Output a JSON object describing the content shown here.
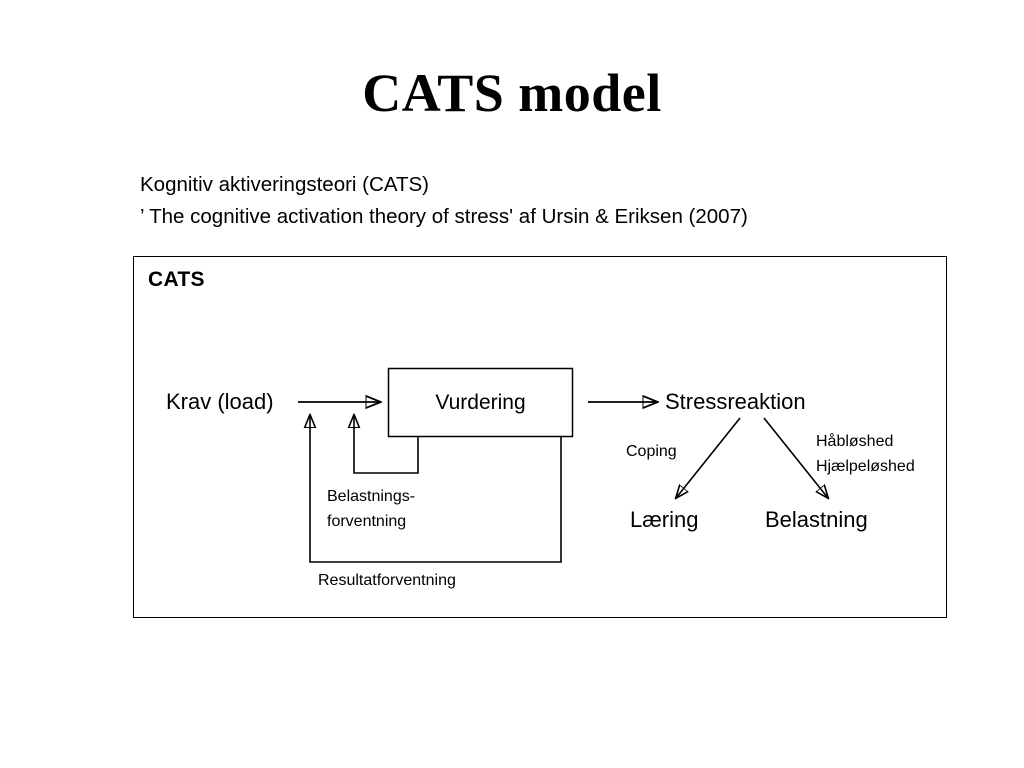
{
  "slide": {
    "title": "CATS model",
    "subtitle_lines": [
      "Kognitiv aktiveringsteori (CATS)",
      "’ The cognitive activation theory of stress' af Ursin & Eriksen (2007)"
    ]
  },
  "diagram": {
    "frame_label": "CATS",
    "nodes": {
      "input": "Krav (load)",
      "appraisal": "Vurdering",
      "stress_response": "Stressreaktion",
      "outcome_left": "Læring",
      "outcome_right": "Belastning"
    },
    "annotations": {
      "coping": "Coping",
      "hopelessness_line1": "Håbløshed",
      "hopelessness_line2": "Hjælpeløshed",
      "expectancy_line1": "Belastnings-",
      "expectancy_line2": "forventning",
      "outcome_expectancy": "Resultatforventning"
    },
    "colors": {
      "stroke": "#000000",
      "background": "#ffffff",
      "text": "#000000"
    }
  }
}
